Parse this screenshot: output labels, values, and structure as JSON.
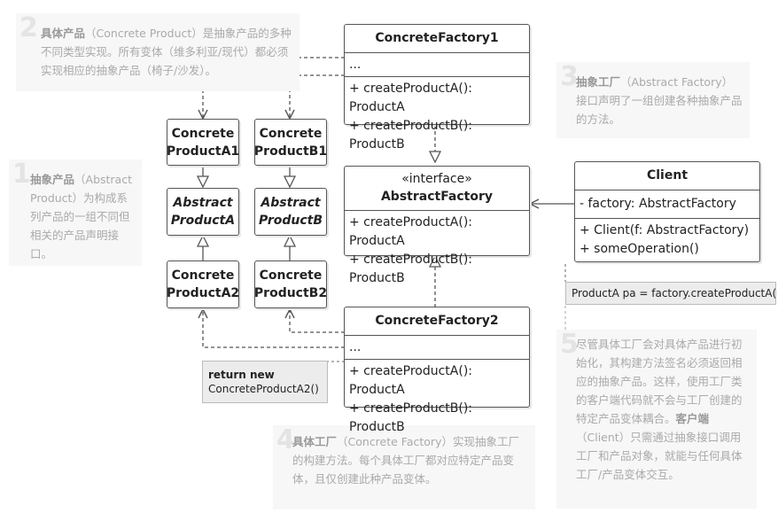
{
  "notes": [
    {
      "id": "note2",
      "num": "2",
      "bold": "具体产品",
      "text": "（Concrete Product）是抽象产品的多种不同类型实现。所有变体（维多利亚/现代）都必须实现相应的抽象产品（椅子/沙发）。"
    },
    {
      "id": "note1",
      "num": "1",
      "bold": "抽象产品",
      "text": "（Abstract Product）为构成系列产品的一组不同但相关的产品声明接口。"
    },
    {
      "id": "note3",
      "num": "3",
      "bold": "抽象工厂",
      "text": "（Abstract Factory）接口声明了一组创建各种抽象产品的方法。"
    },
    {
      "id": "note4",
      "num": "4",
      "bold": "具体工厂",
      "text": "（Concrete Factory）实现抽象工厂的构建方法。每个具体工厂都对应特定产品变体，且仅创建此种产品变体。"
    },
    {
      "id": "note5",
      "num": "5",
      "text_a": "尽管具体工厂会对具体产品进行初始化，其构建方法签名必须返回相应的抽象产品。这样，使用工厂类的客户端代码就不会与工厂创建的特定产品变体耦合。",
      "bold": "客户端",
      "text_b": "（Client）只需通过抽象接口调用工厂和产品对象，就能与任何具体工厂/产品变体交互。"
    }
  ],
  "concrete_factory1": {
    "name": "ConcreteFactory1",
    "fields": "...",
    "methods": [
      "+ createProductA(): ProductA",
      "+ createProductB(): ProductB"
    ]
  },
  "abstract_factory": {
    "stereotype": "«interface»",
    "name": "AbstractFactory",
    "methods": [
      "+ createProductA(): ProductA",
      "+ createProductB(): ProductB"
    ]
  },
  "concrete_factory2": {
    "name": "ConcreteFactory2",
    "fields": "...",
    "methods": [
      "+ createProductA(): ProductA",
      "+ createProductB(): ProductB"
    ]
  },
  "client": {
    "name": "Client",
    "fields": "- factory: AbstractFactory",
    "methods": [
      "+ Client(f: AbstractFactory)",
      "+ someOperation()"
    ]
  },
  "products": {
    "concrete_a1": [
      "Concrete",
      "ProductA1"
    ],
    "concrete_b1": [
      "Concrete",
      "ProductB1"
    ],
    "abstract_a": [
      "Abstract",
      "ProductA"
    ],
    "abstract_b": [
      "Abstract",
      "ProductB"
    ],
    "concrete_a2": [
      "Concrete",
      "ProductA2"
    ],
    "concrete_b2": [
      "Concrete",
      "ProductB2"
    ]
  },
  "code_notes": {
    "return_new": {
      "keyword": "return new",
      "code": "ConcreteProductA2()"
    },
    "client_code": "ProductA pa = factory.createProductA()"
  }
}
